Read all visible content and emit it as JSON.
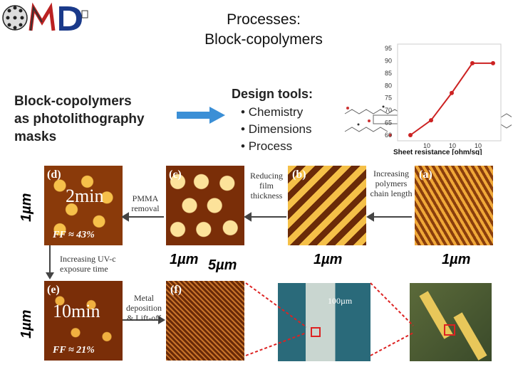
{
  "title": {
    "line1": "Processes:",
    "line2": "Block-copolymers"
  },
  "left_label": {
    "line1": "Block-copolymers",
    "line2": "as photolithography",
    "line3": "masks"
  },
  "design_tools": {
    "heading": "Design tools:",
    "items": [
      "Chemistry",
      "Dimensions",
      "Process"
    ]
  },
  "panels": {
    "d": {
      "label": "(d)",
      "time": "2min",
      "ff": "FF ≈ 43%"
    },
    "c": {
      "label": "(c)"
    },
    "b": {
      "label": "(b)"
    },
    "a": {
      "label": "(a)"
    },
    "e": {
      "label": "(e)",
      "time": "10min",
      "ff": "FF ≈ 21%"
    },
    "f": {
      "label": "(f)"
    },
    "photo": {
      "scale": "100µm"
    }
  },
  "notes": {
    "pmma": "PMMA removal",
    "reducing": "Reducing film thickness",
    "increasing_chain": "Increasing polymers chain length",
    "uv": "Increasing UV-c exposure time",
    "metal": "Metal deposition & Lift-off"
  },
  "scales": {
    "one_um": "1µm",
    "five_um": "5µm"
  },
  "chart_data": {
    "type": "line",
    "xlabel": "Sheet resistance [ohm/sq]",
    "ylabel": "",
    "y_ticks": [
      60,
      65,
      70,
      75,
      80,
      85,
      90,
      95
    ],
    "ylim": [
      60,
      95
    ],
    "series": [
      {
        "values": [
          60,
          66,
          77,
          89,
          89
        ]
      }
    ],
    "colors": {
      "series": "#cc2222"
    }
  },
  "colors": {
    "arrow": "#3b8fd6",
    "afm_light": "#f0b040",
    "afm_dark": "#6a2a08"
  }
}
